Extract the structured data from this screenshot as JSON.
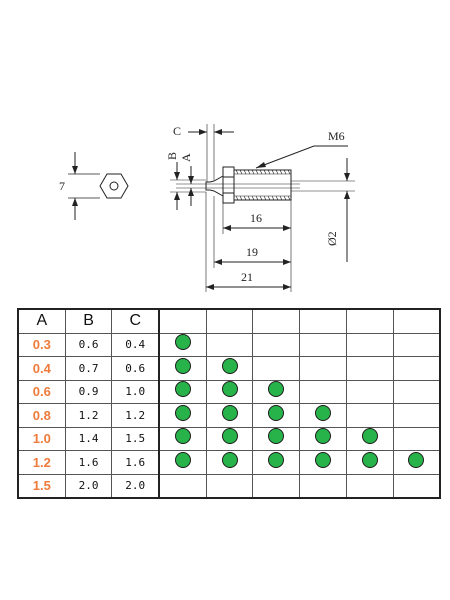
{
  "colors": {
    "size_text": "#f07a3a",
    "dot_fill": "#28b34a",
    "line": "#222222"
  },
  "drawing": {
    "hex_dimension": "7",
    "labels": {
      "c": "C",
      "b": "B",
      "a": "A",
      "m6": "M6",
      "phi2": "Ø2",
      "d16": "16",
      "d19": "19",
      "d21": "21"
    }
  },
  "table": {
    "headers": [
      "A",
      "B",
      "C"
    ],
    "rows": [
      {
        "a": "0.3",
        "b": "0.6",
        "c": "0.4",
        "dots": 1
      },
      {
        "a": "0.4",
        "b": "0.7",
        "c": "0.6",
        "dots": 2
      },
      {
        "a": "0.6",
        "b": "0.9",
        "c": "1.0",
        "dots": 3
      },
      {
        "a": "0.8",
        "b": "1.2",
        "c": "1.2",
        "dots": 4
      },
      {
        "a": "1.0",
        "b": "1.4",
        "c": "1.5",
        "dots": 5
      },
      {
        "a": "1.2",
        "b": "1.6",
        "c": "1.6",
        "dots": 6
      },
      {
        "a": "1.5",
        "b": "2.0",
        "c": "2.0",
        "dots": 0
      }
    ],
    "dot_columns": 6
  }
}
